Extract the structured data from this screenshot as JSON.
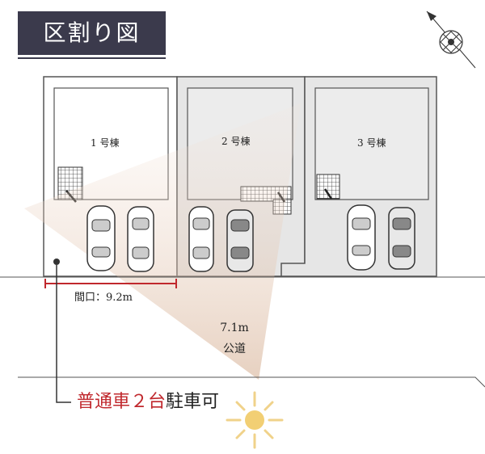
{
  "title": "区割り図",
  "lots": [
    {
      "label": "1 号棟"
    },
    {
      "label": "2 号棟"
    },
    {
      "label": "3 号棟"
    }
  ],
  "frontage_label": "間口：9.2m",
  "road": {
    "width": "7.1m",
    "name": "公道"
  },
  "parking": {
    "highlight": "普通車２台",
    "rest": "駐車可"
  },
  "icons": {
    "compass": "compass-icon",
    "sun": "sun-icon",
    "pin": "location-pin-icon"
  },
  "colors": {
    "title_bg": "#3b3a4c",
    "accent_red": "#c0282d",
    "lot_gray": "#e6e6e6",
    "fan": "#e9d2c2"
  }
}
